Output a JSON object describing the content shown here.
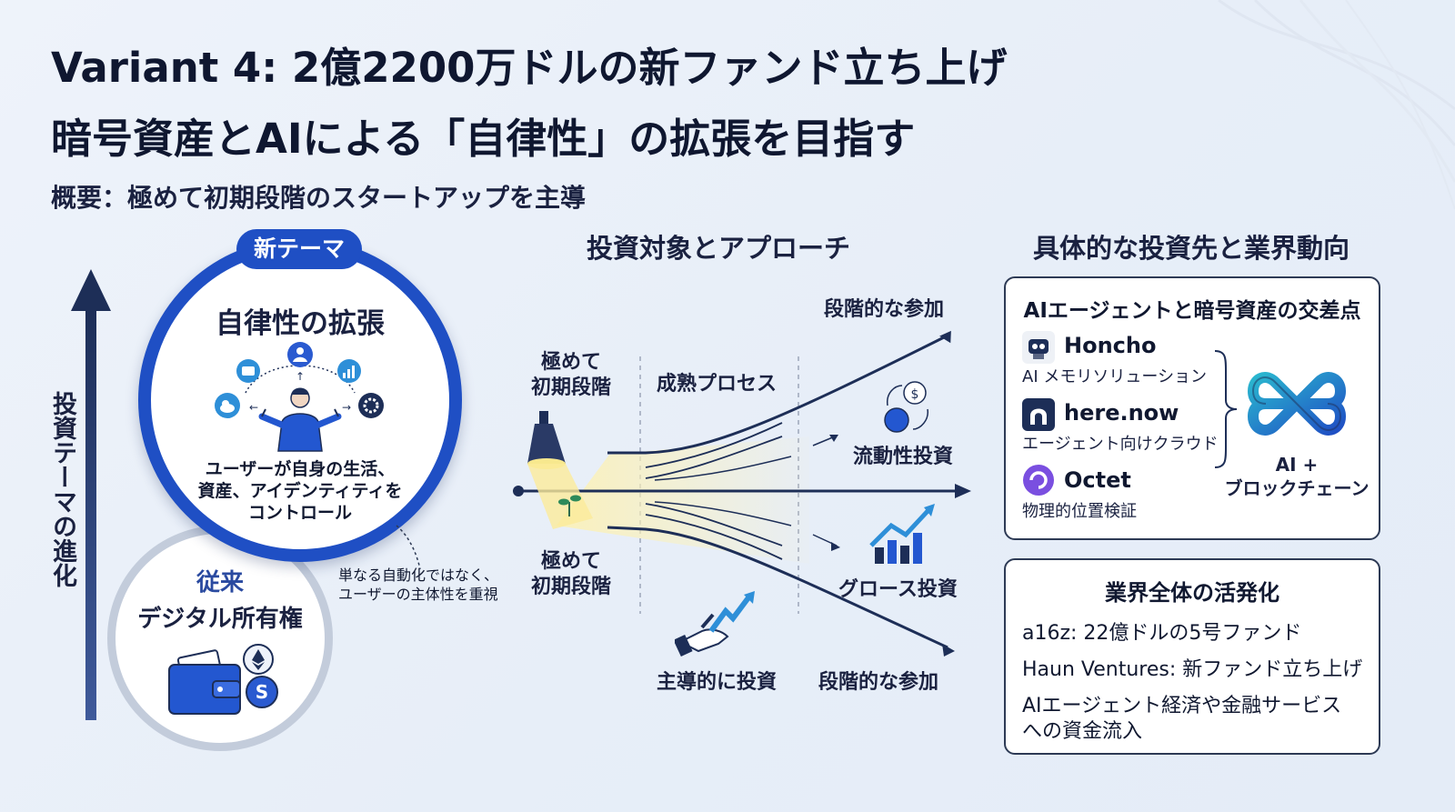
{
  "title": {
    "line1": "Variant 4: 2億2200万ドルの新ファンド立ち上げ",
    "line2": "暗号資産とAIによる「自律性」の拡張を目指す"
  },
  "overview": "概要：極めて初期段階のスタートアップを主導",
  "left": {
    "axis_label": "投資テーマの進化",
    "new_theme": {
      "badge": "新テーマ",
      "heading": "自律性の拡張",
      "desc_lines": [
        "ユーザーが自身の生活、",
        "資産、アイデンティティを",
        "コントロール"
      ]
    },
    "traditional": {
      "badge": "従来",
      "heading": "デジタル所有権"
    },
    "note_lines": [
      "単なる自動化ではなく、",
      "ユーザーの主体性を重視"
    ]
  },
  "middle": {
    "heading": "投資対象とアプローチ",
    "early_top": [
      "極めて",
      "初期段階"
    ],
    "early_bottom": [
      "極めて",
      "初期段階"
    ],
    "maturity": "成熟プロセス",
    "staged_top": "段階的な参加",
    "liquidity": "流動性投資",
    "growth": "グロース投資",
    "lead_invest": "主導的に投資",
    "staged_bottom": "段階的な参加"
  },
  "right": {
    "heading": "具体的な投資先と業界動向",
    "card1": {
      "title": "AIエージェントと暗号資産の交差点",
      "items": [
        {
          "name": "Honcho",
          "desc": "AI メモリソリューション",
          "icon": "robot-icon"
        },
        {
          "name": "here.now",
          "desc": "エージェント向けクラウド",
          "icon": "arch-icon"
        },
        {
          "name": "Octet",
          "desc": "物理的位置検証",
          "icon": "spiral-icon"
        }
      ],
      "result_lines": [
        "AI +",
        "ブロックチェーン"
      ]
    },
    "card2": {
      "title": "業界全体の活発化",
      "items": [
        "a16z: 22億ドルの5号ファンド",
        "Haun Ventures: 新ファンド立ち上げ",
        "AIエージェント経済や金融サービス",
        "への資金流入"
      ]
    }
  },
  "colors": {
    "navy": "#1d2e57",
    "blue": "#1f4fc4",
    "ring_gray": "#c3ccdb",
    "beam": "#fbf4c8"
  }
}
